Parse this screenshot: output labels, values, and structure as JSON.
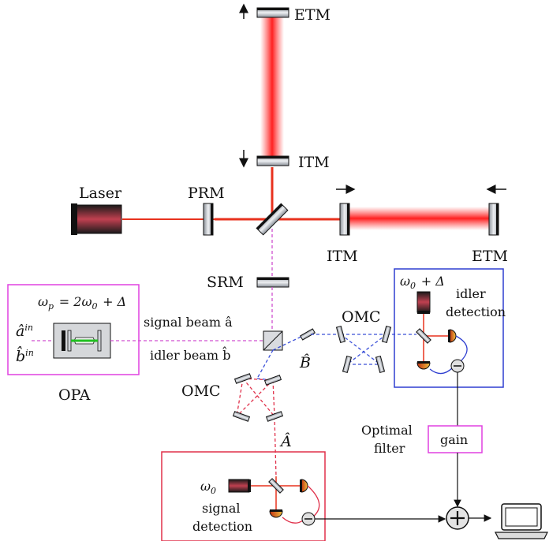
{
  "labels": {
    "etm_top": "ETM",
    "itm_vertical": "ITM",
    "laser": "Laser",
    "prm": "PRM",
    "itm_horizontal": "ITM",
    "etm_right": "ETM",
    "srm": "SRM",
    "omc_right": "OMC",
    "omc_left": "OMC",
    "omega_p": "ω_p = 2ω_0 + Δ",
    "a_in": "â^in",
    "b_in": "b̂^in",
    "opa": "OPA",
    "signal_beam": "signal beam â",
    "idler_beam": "idler beam  b̂",
    "b_hat": "B̂",
    "a_hat": "Â",
    "idler_freq": "ω_0 + Δ",
    "idler_detection_1": "idler",
    "idler_detection_2": "detection",
    "optimal_filter_1": "Optimal",
    "optimal_filter_2": "filter",
    "gain": "gain",
    "omega_0": "ω_0",
    "signal_detection_1": "signal",
    "signal_detection_2": "detection"
  },
  "colors": {
    "laser_red": "#e8321e",
    "opa_box": "#e040e0",
    "idler_box": "#2f3fd0",
    "signal_box": "#e0304a",
    "idler_dashed": "#3a4fd8",
    "signal_dashed": "#e0304a",
    "squeezed_dashed": "#d050d0",
    "green_pump": "#20c020"
  },
  "icons": [
    "laser-icon",
    "mirror-icon",
    "beam-splitter-icon",
    "photodetector-icon",
    "mixer-icon",
    "sum-icon",
    "computer-icon",
    "arrow-icon"
  ]
}
